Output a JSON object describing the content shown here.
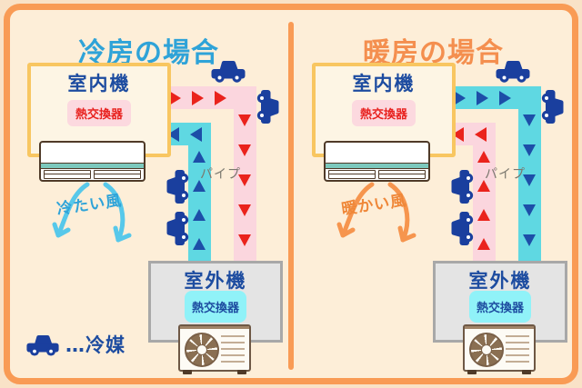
{
  "canvas": {
    "outside_background": "#f9e2c7",
    "frame_border_color": "#f99b55",
    "inner_background": "#fdeed8",
    "divider_color": "#f99b55"
  },
  "legend": {
    "icon": "car-icon",
    "icon_color": "#1a3f9e",
    "label": "…冷媒",
    "text_color": "#1d4ca0"
  },
  "panels": [
    {
      "id": "cooling",
      "title": "冷房の場合",
      "title_color": "#2fa3d8",
      "indoor_unit": {
        "label": "室内機",
        "label_color": "#1d4ca0",
        "box_border_color": "#f8c661",
        "exchanger_label": "熱交換器",
        "exchanger_bg": "#fcd9df",
        "exchanger_text_color": "#e8221f"
      },
      "wind": {
        "label": "冷たい風",
        "label_color": "#2fa3d8",
        "arrow_color": "#57c8ea"
      },
      "pipes": {
        "label": "パイプ",
        "outer": {
          "fill": "#fbd6de",
          "arrow_color": "#ea231c",
          "flow": "from indoor unit: right then down to outdoor unit"
        },
        "inner": {
          "fill": "#5fd8e2",
          "arrow_color": "#1d4ea8",
          "flow": "from outdoor unit: up then left into indoor unit"
        }
      },
      "outdoor_unit": {
        "label": "室外機",
        "label_color": "#1d4ca0",
        "exchanger_label": "熱交換器",
        "exchanger_bg": "#90f2f8",
        "exchanger_text_color": "#1d4ca0"
      },
      "refrigerant_car_count": 4
    },
    {
      "id": "heating",
      "title": "暖房の場合",
      "title_color": "#f48f4f",
      "indoor_unit": {
        "label": "室内機",
        "label_color": "#1d4ca0",
        "box_border_color": "#f8c661",
        "exchanger_label": "熱交換器",
        "exchanger_bg": "#fcd9df",
        "exchanger_text_color": "#e8221f"
      },
      "wind": {
        "label": "暖かい風",
        "label_color": "#ef8738",
        "arrow_color": "#f6954e"
      },
      "pipes": {
        "label": "パイプ",
        "outer": {
          "fill": "#5fd8e2",
          "arrow_color": "#1d4ea8",
          "flow": "from indoor unit: right then down to outdoor unit"
        },
        "inner": {
          "fill": "#fbd6de",
          "arrow_color": "#ea231c",
          "flow": "from outdoor unit: up then left into indoor unit"
        }
      },
      "outdoor_unit": {
        "label": "室外機",
        "label_color": "#1d4ca0",
        "exchanger_label": "熱交換器",
        "exchanger_bg": "#90f2f8",
        "exchanger_text_color": "#1d4ca0"
      },
      "refrigerant_car_count": 4
    }
  ]
}
